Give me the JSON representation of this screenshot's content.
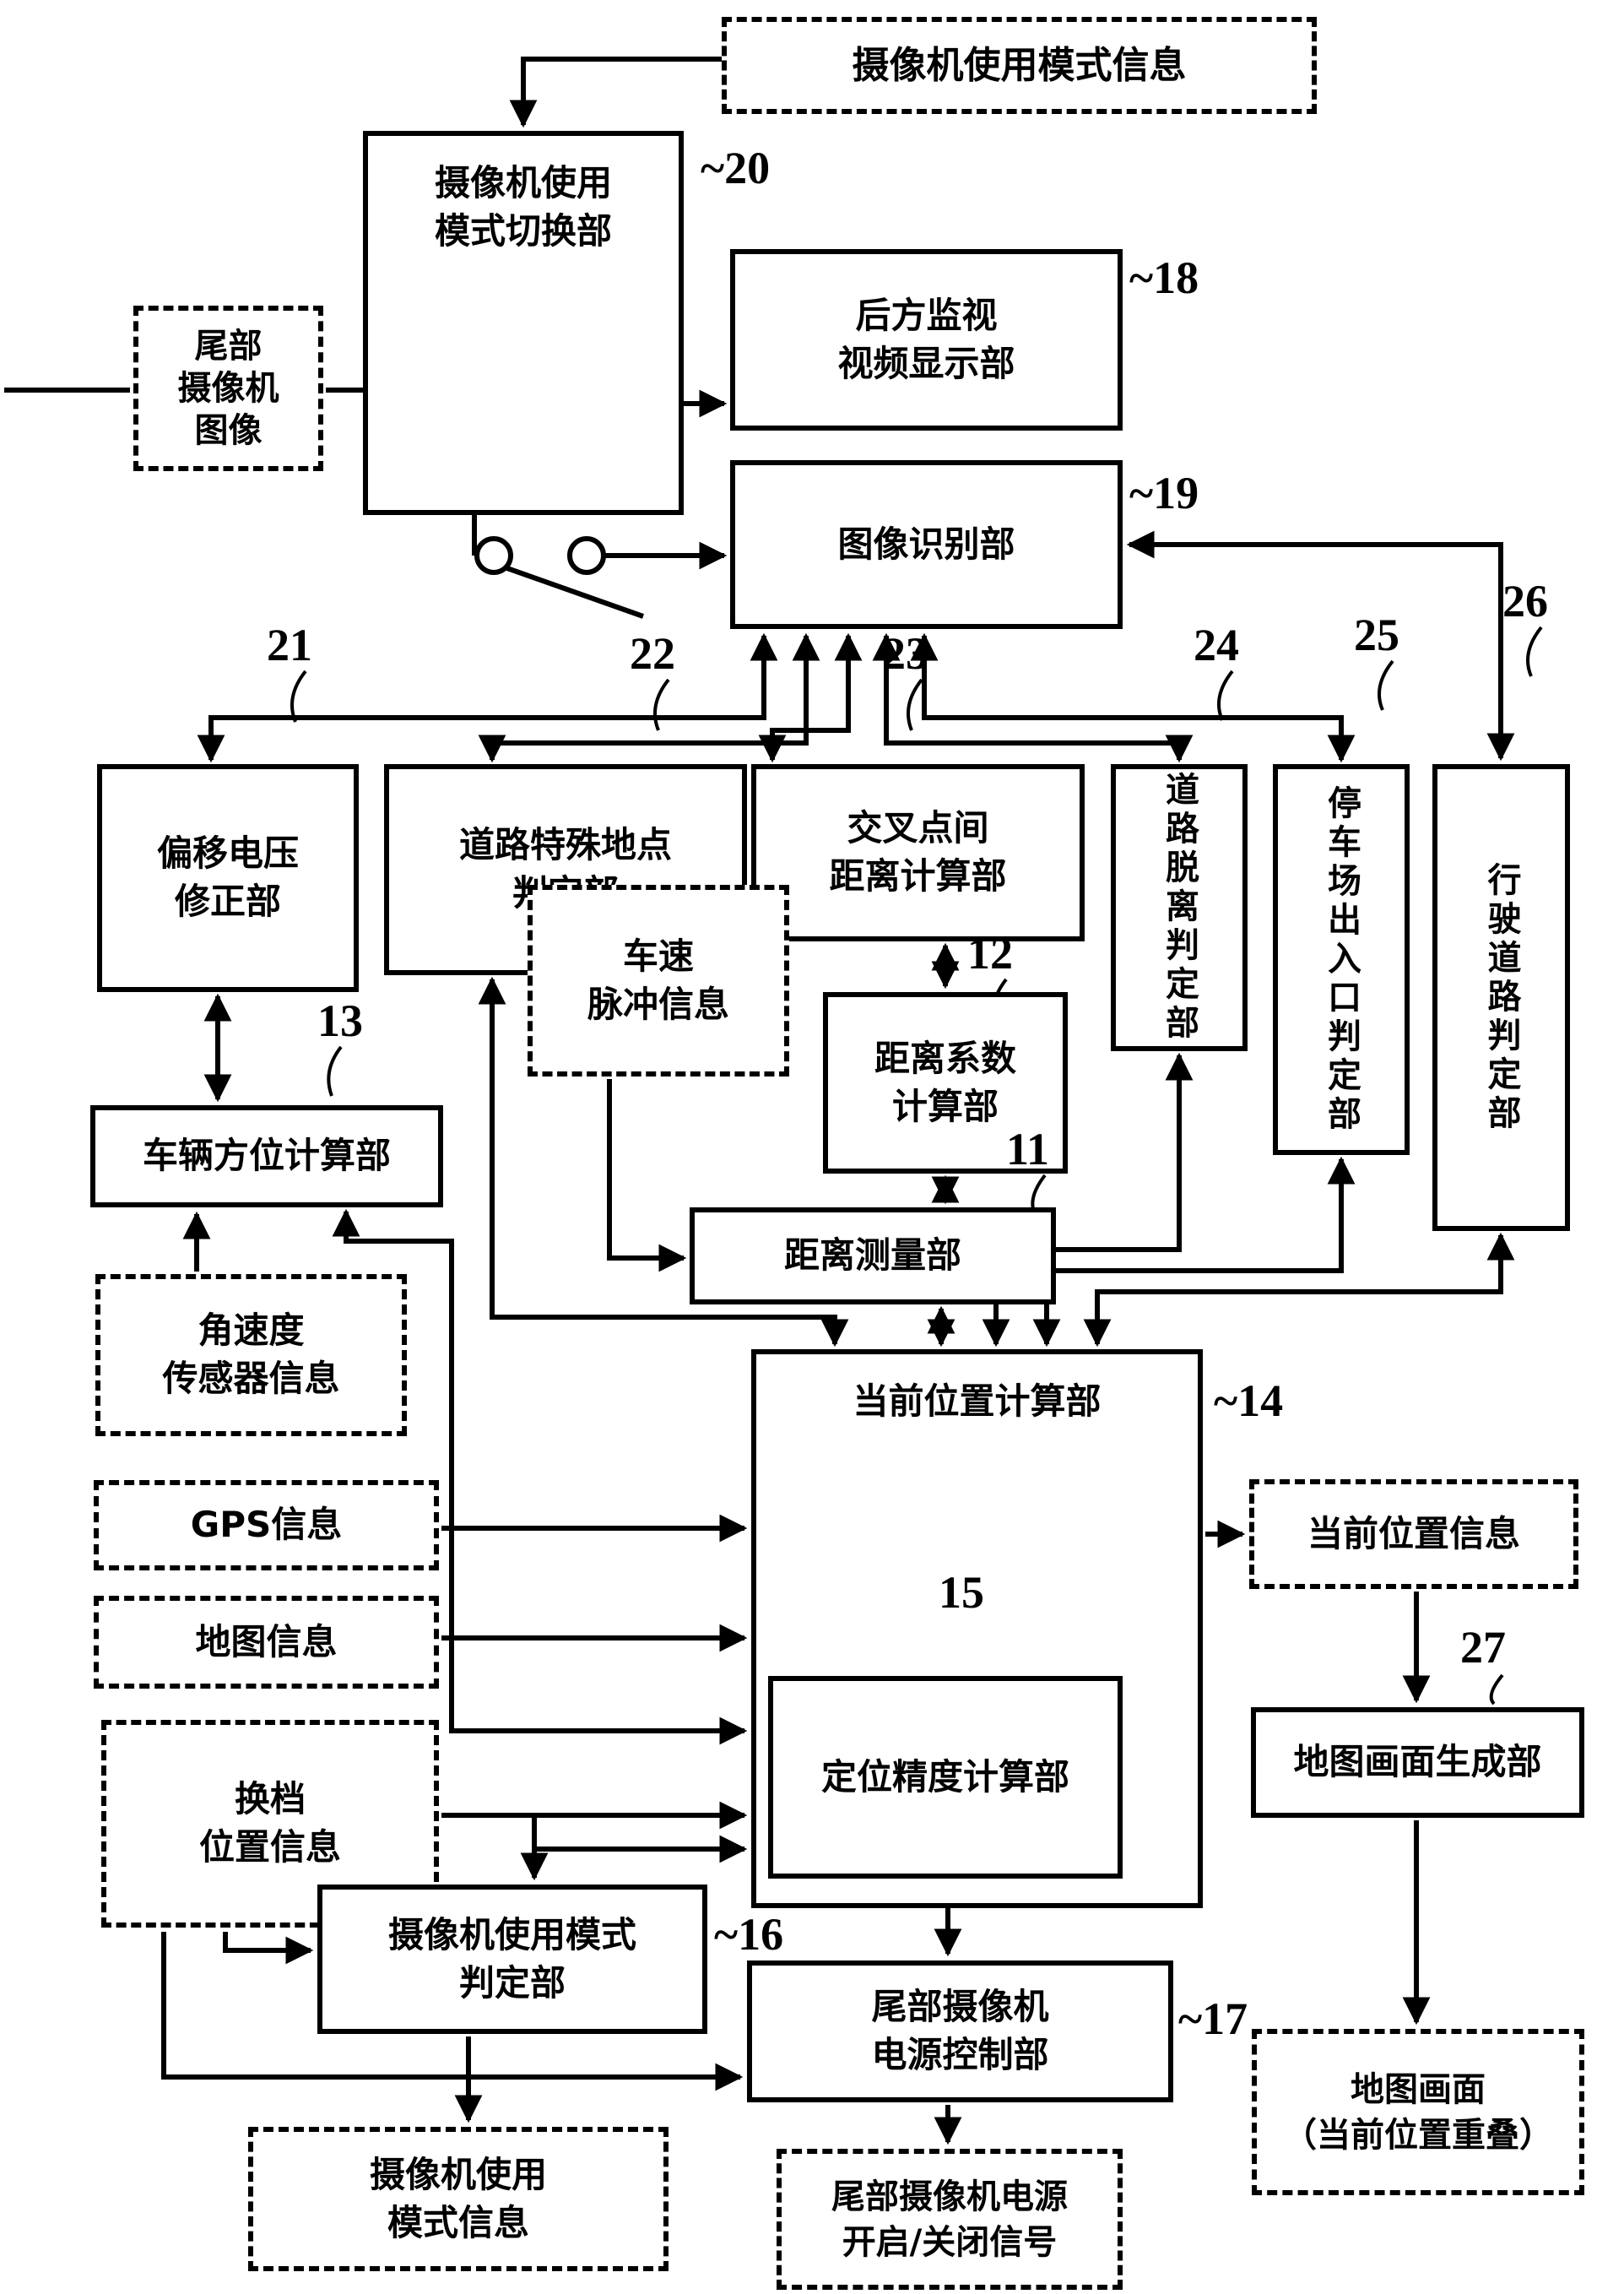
{
  "figure": {
    "type": "patent-block-diagram",
    "language": "zh",
    "line_color": "#000000",
    "background": "#ffffff"
  },
  "nodes": {
    "cam_mode_info_top": {
      "label": "摄像机使用模式信息"
    },
    "switch_unit": {
      "label": "摄像机使用\n模式切换部",
      "number": "~20"
    },
    "rear_cam_image": {
      "label": "尾部\n摄像机\n图像"
    },
    "rear_monitor": {
      "label": "后方监视\n视频显示部",
      "number": "~18"
    },
    "image_recognition": {
      "label": "图像识别部",
      "number": "~19"
    },
    "offset_voltage": {
      "label": "偏移电压\n修正部",
      "number": "21"
    },
    "road_special_point": {
      "label": "道路特殊地点\n判定部",
      "number": "22"
    },
    "intersection_dist": {
      "label": "交叉点间\n距离计算部",
      "number": "23"
    },
    "road_departure": {
      "label": "道路脱离判定部",
      "number": "24"
    },
    "parking_gate": {
      "label": "停车场出入口判定部",
      "number": "25"
    },
    "driving_road": {
      "label": "行驶道路判定部",
      "number": "26"
    },
    "dist_coefficient": {
      "label": "距离系数\n计算部",
      "number": "12"
    },
    "speed_pulse": {
      "label": "车速\n脉冲信息"
    },
    "dist_measure": {
      "label": "距离测量部",
      "number": "11"
    },
    "vehicle_azimuth": {
      "label": "车辆方位计算部",
      "number": "13"
    },
    "gyro_info": {
      "label": "角速度\n传感器信息"
    },
    "gps_info": {
      "label": "GPS信息"
    },
    "map_info": {
      "label": "地图信息"
    },
    "shift_info": {
      "label": "换档\n位置信息"
    },
    "current_pos_calc": {
      "label": "当前位置计算部",
      "number": "~14"
    },
    "pos_accuracy": {
      "label": "定位精度计算部",
      "number": "15"
    },
    "current_pos_info": {
      "label": "当前位置信息"
    },
    "map_screen_gen": {
      "label": "地图画面生成部",
      "number": "27"
    },
    "map_screen": {
      "label": "地图画面\n（当前位置重叠）"
    },
    "cam_mode_judge": {
      "label": "摄像机使用模式\n判定部",
      "number": "~16"
    },
    "cam_mode_info_bottom": {
      "label": "摄像机使用\n模式信息"
    },
    "rear_cam_power": {
      "label": "尾部摄像机\n电源控制部",
      "number": "~17"
    },
    "power_signal": {
      "label": "尾部摄像机电源\n开启/关闭信号"
    }
  }
}
